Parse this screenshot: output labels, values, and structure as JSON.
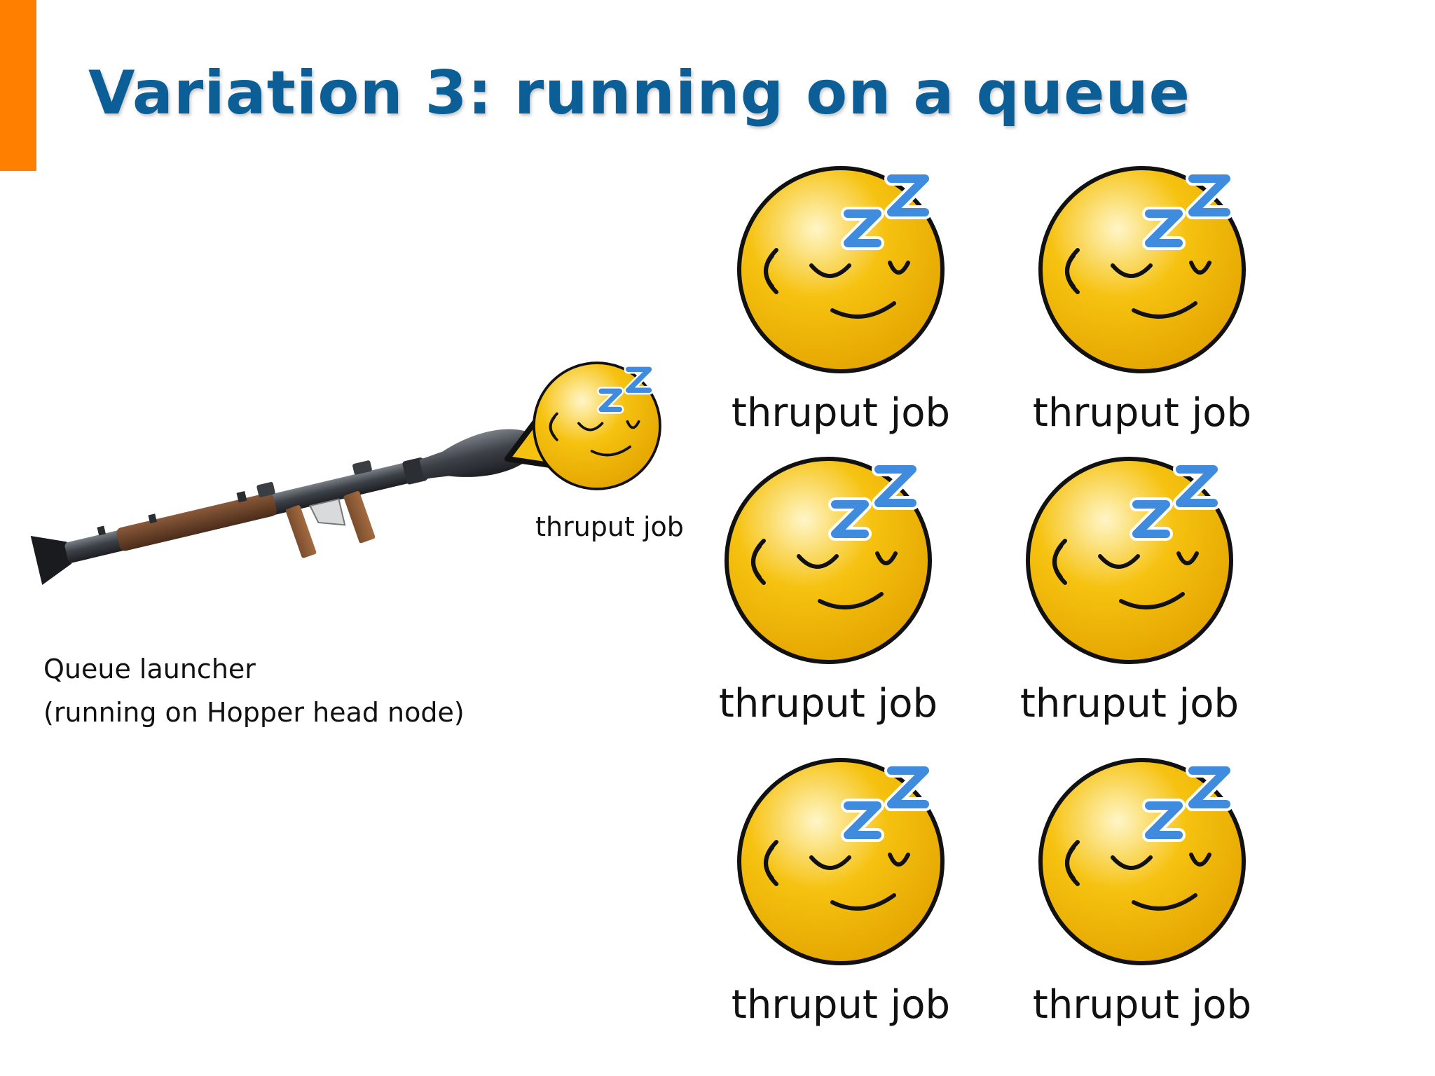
{
  "slide": {
    "title": "Variation 3: running on a queue",
    "accent_color": "#ff7f00",
    "title_color": "#0b5f96",
    "launcher": {
      "caption_line1": "Queue launcher",
      "caption_line2": "(running on Hopper head node)"
    },
    "launched_job": {
      "label": "thruput job",
      "icon": "sleeping-face-icon"
    },
    "jobs": [
      {
        "label": "thruput job",
        "icon": "sleeping-face-icon"
      },
      {
        "label": "thruput job",
        "icon": "sleeping-face-icon"
      },
      {
        "label": "thruput job",
        "icon": "sleeping-face-icon"
      },
      {
        "label": "thruput job",
        "icon": "sleeping-face-icon"
      },
      {
        "label": "thruput job",
        "icon": "sleeping-face-icon"
      },
      {
        "label": "thruput job",
        "icon": "sleeping-face-icon"
      }
    ],
    "colors": {
      "face": "#f6c210",
      "face_highlight": "#fff6c8",
      "face_outline": "#111111",
      "zzz": "#3f8bde"
    }
  }
}
